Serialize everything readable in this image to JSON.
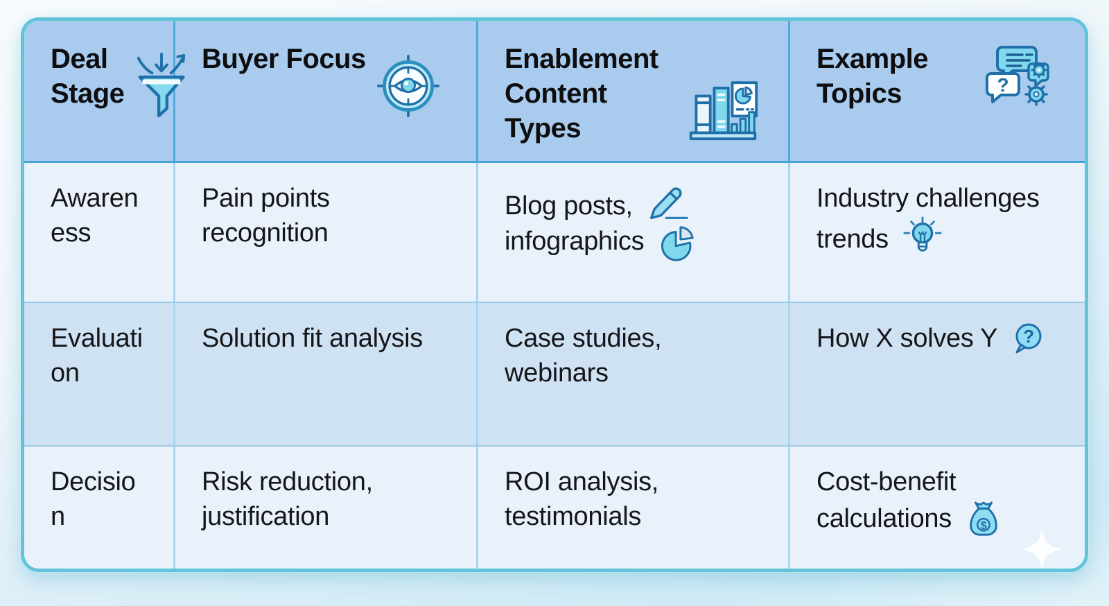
{
  "colors": {
    "card_border": "#62c4db",
    "header_bg": "#a9ccee",
    "row_light_bg": "#e9f2fb",
    "row_mid_bg": "#cfe2f4",
    "icon_stroke": "#1f6fa8",
    "icon_fill": "#7fd8ec",
    "text": "#161618"
  },
  "table": {
    "columns": [
      {
        "label": "Deal\nStage",
        "icon": "funnel-icon"
      },
      {
        "label": "Buyer Focus",
        "icon": "target-icon"
      },
      {
        "label": "Enablement Content\nTypes",
        "icon": "library-chart-icon"
      },
      {
        "label": "Example\nTopics",
        "icon": "chat-gears-icon"
      }
    ],
    "rows": [
      {
        "stage": {
          "lines": [
            "Awaren",
            "ess"
          ]
        },
        "buyer_focus": {
          "lines": [
            "Pain points",
            "recognition"
          ]
        },
        "content_types": {
          "lines": [
            "Blog posts,",
            "infographics"
          ],
          "icons": [
            "pen-icon",
            "pie-chart-icon"
          ]
        },
        "example_topics": {
          "lines": [
            "Industry challenges",
            "trends"
          ],
          "icons": [
            null,
            "lightbulb-icon"
          ]
        }
      },
      {
        "stage": {
          "lines": [
            "Evaluati",
            "on"
          ]
        },
        "buyer_focus": {
          "lines": [
            "Solution fit analysis"
          ]
        },
        "content_types": {
          "lines": [
            "Case studies,",
            "webinars"
          ]
        },
        "example_topics": {
          "lines": [
            "How X solves Y"
          ],
          "icons": [
            "question-bubble-icon"
          ]
        }
      },
      {
        "stage": {
          "lines": [
            "Decisio",
            "n"
          ]
        },
        "buyer_focus": {
          "lines": [
            "Risk reduction,",
            "justification"
          ]
        },
        "content_types": {
          "lines": [
            "ROI analysis,",
            "testimonials"
          ]
        },
        "example_topics": {
          "lines": [
            "Cost-benefit",
            "calculations"
          ],
          "icons": [
            null,
            "moneybag-icon"
          ]
        }
      }
    ]
  },
  "icon_glyphs": {
    "question_bubble": "?",
    "moneybag_dollar": "$",
    "deco": "sparkle-icon"
  }
}
